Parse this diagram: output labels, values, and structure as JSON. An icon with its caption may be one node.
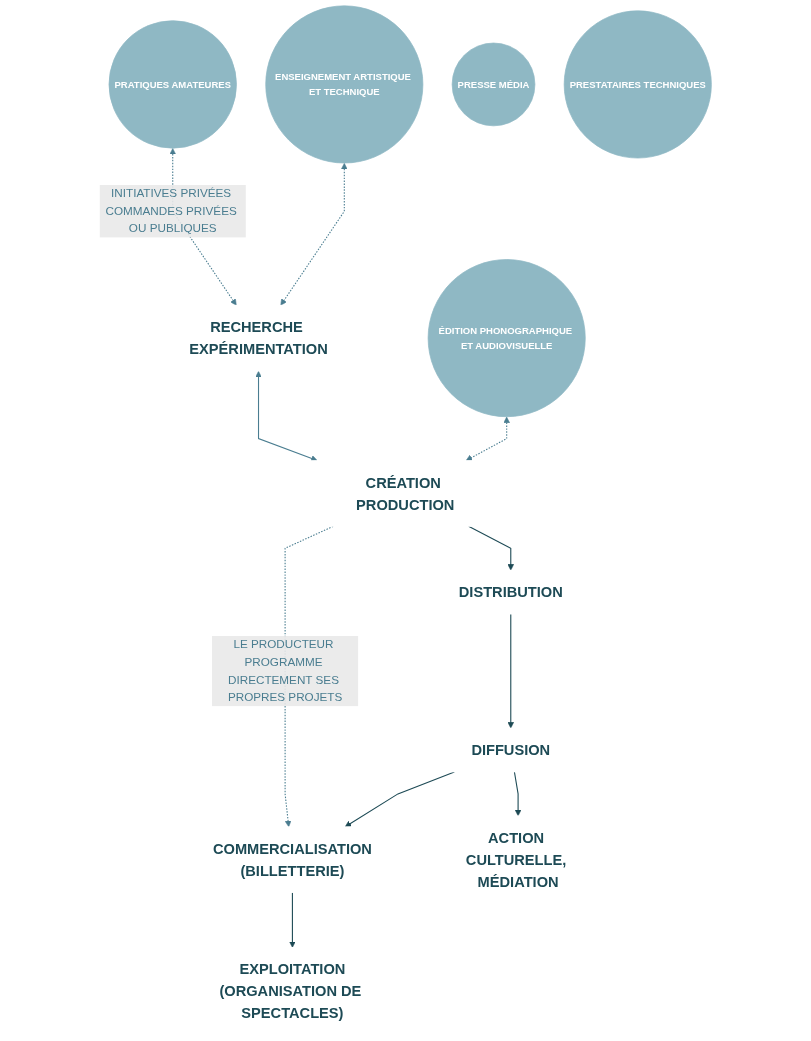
{
  "diagram": {
    "nodes": [
      {
        "text": [
          "PRATIQUES AMATEURES"
        ]
      },
      {
        "text": [
          "ENSEIGNEMENT ARTISTIQUE ET TECHNIQUE"
        ]
      },
      {
        "text": [
          "ÉDITION PHONOGRAPHIQUE ET AUDIOVISUELLE"
        ]
      },
      {
        "text": [
          "RECHERCHE EXPÉRIMENTATION"
        ]
      },
      {
        "text": [
          "CRÉATION PRODUCTION"
        ]
      },
      {
        "text": [
          "DISTRIBUTION"
        ]
      },
      {
        "text": [
          "PRESSE MÉDIA"
        ]
      },
      {
        "text": [
          "COMMERCIALISATION",
          "(BILLETTERIE)"
        ]
      },
      {
        "text": [
          "DIFFUSION"
        ]
      },
      {
        "text": [
          "PRESTATAIRES TECHNIQUES"
        ]
      },
      {
        "text": [
          "EXPLOITATION",
          "(ORGANISATION DE SPECTACLES)"
        ]
      },
      {
        "text": [
          "ACTION CULTURELLE, MÉDIATION"
        ]
      }
    ],
    "edges": [
      {
        "from": 0,
        "to": 3,
        "arrow": "both",
        "style": "dashed",
        "color": "#4a7d90",
        "label": "INITIATIVES PRIVÉES COMMANDES PRIVÉES OU PUBLIQUES"
      },
      {
        "from": 1,
        "to": 3,
        "arrow": "both",
        "style": "dashed",
        "color": "#4a7d90"
      },
      {
        "from": 3,
        "to": 4,
        "arrow": "both",
        "color": "#4a7d90"
      },
      {
        "from": 2,
        "to": 4,
        "arrow": "both",
        "style": "dashed",
        "color": "#4a7d90"
      },
      {
        "from": 4,
        "to": 5,
        "arrow": "to"
      },
      {
        "from": 4,
        "to": 7,
        "arrow": "to",
        "style": "dashed",
        "color": "#4a7d90",
        "label": "LE PRODUCTEUR PROGRAMME DIRECTEMENT SES PROPRES PROJETS"
      },
      {
        "from": 5,
        "to": 8,
        "arrow": "to"
      },
      {
        "from": 8,
        "to": 7,
        "arrow": "to"
      },
      {
        "from": 7,
        "to": 10,
        "arrow": "to"
      },
      {
        "from": 8,
        "to": 11,
        "arrow": "to"
      }
    ]
  }
}
